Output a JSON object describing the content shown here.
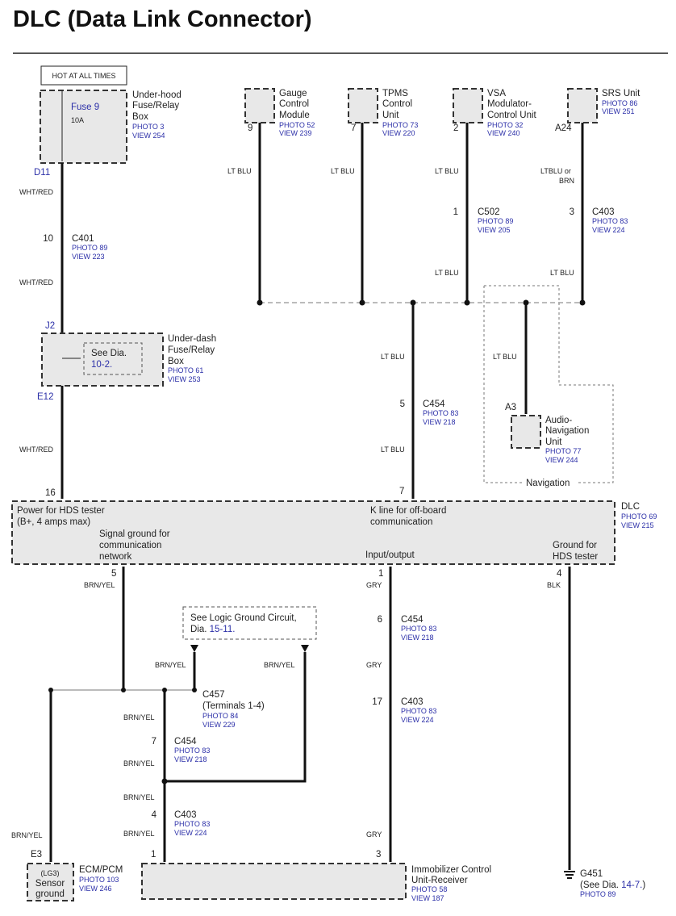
{
  "title": "DLC (Data Link Connector)",
  "common": {
    "photo": "PHOTO",
    "view": "VIEW"
  },
  "hot": "HOT AT ALL TIMES",
  "underhood": {
    "name": [
      "Under-hood",
      "Fuse/Relay",
      "Box"
    ],
    "fuse": "Fuse 9",
    "amp": "10A",
    "photo": "3",
    "view": "254",
    "pin_out": "D11"
  },
  "underdash": {
    "name": [
      "Under-dash",
      "Fuse/Relay",
      "Box"
    ],
    "photo": "61",
    "view": "253",
    "pin_in": "J2",
    "pin_out": "E12",
    "see": "See Dia.",
    "dia": "10-2."
  },
  "modules": [
    {
      "name": [
        "Gauge",
        "Control",
        "Module"
      ],
      "photo": "52",
      "view": "239",
      "pin": "9",
      "wire": "LT BLU"
    },
    {
      "name": [
        "TPMS",
        "Control",
        "Unit"
      ],
      "photo": "73",
      "view": "220",
      "pin": "7",
      "wire": "LT BLU"
    },
    {
      "name": [
        "VSA",
        "Modulator-",
        "Control Unit"
      ],
      "photo": "32",
      "view": "240",
      "pin": "2",
      "wire": "LT BLU"
    },
    {
      "name": [
        "SRS Unit"
      ],
      "photo": "86",
      "view": "251",
      "pin": "A24",
      "wire": [
        "LTBLU or",
        "BRN"
      ]
    }
  ],
  "connectors": {
    "c401": {
      "name": "C401",
      "pin": "10",
      "photo": "89",
      "view": "223"
    },
    "c502": {
      "name": "C502",
      "pin": "1",
      "photo": "89",
      "view": "205"
    },
    "c403_top": {
      "name": "C403",
      "pin": "3",
      "photo": "83",
      "view": "224"
    },
    "c454_k": {
      "name": "C454",
      "pin": "5",
      "photo": "83",
      "view": "218"
    },
    "c454_io": {
      "name": "C454",
      "pin": "6",
      "photo": "83",
      "view": "218"
    },
    "c403_io": {
      "name": "C403",
      "pin": "17",
      "photo": "83",
      "view": "224"
    },
    "c457": {
      "name": "C457",
      "sub": "(Terminals 1-4)",
      "photo": "84",
      "view": "229"
    },
    "c454_gnd": {
      "name": "C454",
      "pin": "7",
      "photo": "83",
      "view": "218"
    },
    "c403_gnd": {
      "name": "C403",
      "pin": "4",
      "photo": "83",
      "view": "224"
    }
  },
  "wires": {
    "whtred": "WHT/RED",
    "ltblu": "LT BLU",
    "brnyel": "BRN/YEL",
    "gry": "GRY",
    "blk": "BLK"
  },
  "navigation": {
    "unit": [
      "Audio-",
      "Navigation",
      "Unit"
    ],
    "photo": "77",
    "view": "244",
    "pin": "A3",
    "label": "Navigation",
    "wire": "LT BLU"
  },
  "dlc": {
    "name": "DLC",
    "photo": "69",
    "view": "215",
    "power": [
      "Power for HDS tester",
      "(B+, 4 amps max)"
    ],
    "pin_power": "16",
    "kline": [
      "K line for off-board",
      "communication"
    ],
    "pin_k": "7",
    "signal_gnd": [
      "Signal ground for",
      "communication",
      "network"
    ],
    "pin_sg": "5",
    "io": "Input/output",
    "pin_io": "1",
    "gnd": [
      "Ground for",
      "HDS tester"
    ],
    "pin_gnd": "4"
  },
  "logic_ground": {
    "text": "See Logic Ground Circuit,",
    "dia": "Dia.",
    "ref": "15-11."
  },
  "ecm": {
    "name": "ECM/PCM",
    "photo": "103",
    "view": "246",
    "pin": "E3",
    "lg": "(LG3)",
    "sensor": [
      "Sensor",
      "ground"
    ]
  },
  "immobilizer": {
    "name": [
      "Immobilizer Control",
      "Unit-Receiver"
    ],
    "photo": "58",
    "view": "187",
    "pin_ecm": "1",
    "pin_io": "3"
  },
  "g451": {
    "name": "G451",
    "see": "(See Dia.",
    "ref": "14-7.",
    "close": ")",
    "photo": "89"
  }
}
